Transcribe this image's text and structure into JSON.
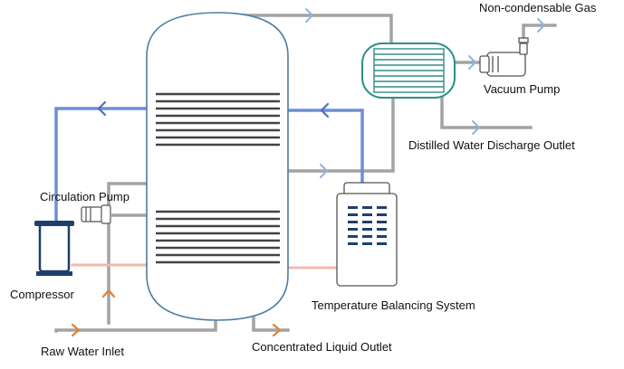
{
  "labels": {
    "non_condensable_gas": "Non-condensable Gas",
    "vacuum_pump": "Vacuum Pump",
    "distilled_water_outlet": "Distilled Water Discharge Outlet",
    "circulation_pump": "Circulation Pump",
    "compressor": "Compressor",
    "temperature_balancing_system": "Temperature Balancing System",
    "raw_water_inlet": "Raw Water Inlet",
    "concentrated_liquid_outlet": "Concentrated Liquid Outlet"
  },
  "colors": {
    "gray_pipe": "#a3a3a3",
    "vapor_pipe": "#6d8fd4",
    "warm_pipe": "#f2b9ad",
    "vessel_outline": "#4f7da0",
    "condenser_outline": "#2f8f86",
    "coil": "#444444",
    "arrow_blue": "#8fb4e6",
    "arrow_orange": "#e0823c",
    "equipment_dark": "#1f3f6b"
  }
}
